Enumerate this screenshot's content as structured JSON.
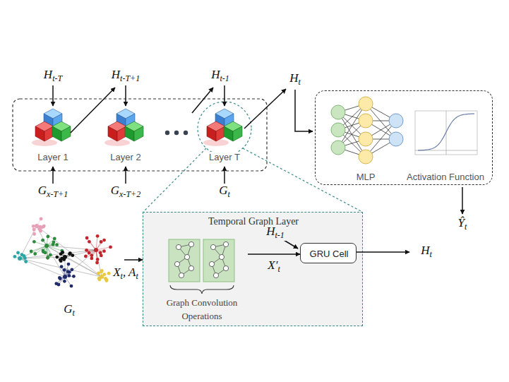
{
  "diagram": {
    "nodes": [
      {
        "text": [
          "Layer 1"
        ]
      },
      {
        "text": [
          "Layer 2"
        ]
      },
      {
        "text": [
          "Layer T"
        ]
      },
      {
        "text": [
          "MLP",
          "Activation Function"
        ]
      },
      {
        "text": [
          "Gt"
        ]
      },
      {
        "text": [
          "Temporal Graph Layer"
        ]
      },
      {
        "text": [
          "Graph Convolution Operations"
        ],
        "in": 5
      },
      {
        "text": [
          "GRU Cell"
        ],
        "in": 5
      }
    ],
    "edges": [
      {
        "from": 4,
        "to": 5,
        "arrow": "to",
        "label": "Xt, At"
      },
      {
        "from": 6,
        "to": 7,
        "arrow": "to",
        "label": "X′t"
      }
    ],
    "labels": [
      "Ht-T",
      "Ht-T+1",
      "Ht-1",
      "Ht",
      "Gx-T+1",
      "Gx-T+2",
      "Gt",
      "Ŷt",
      "Ht-1",
      "Ht"
    ]
  }
}
